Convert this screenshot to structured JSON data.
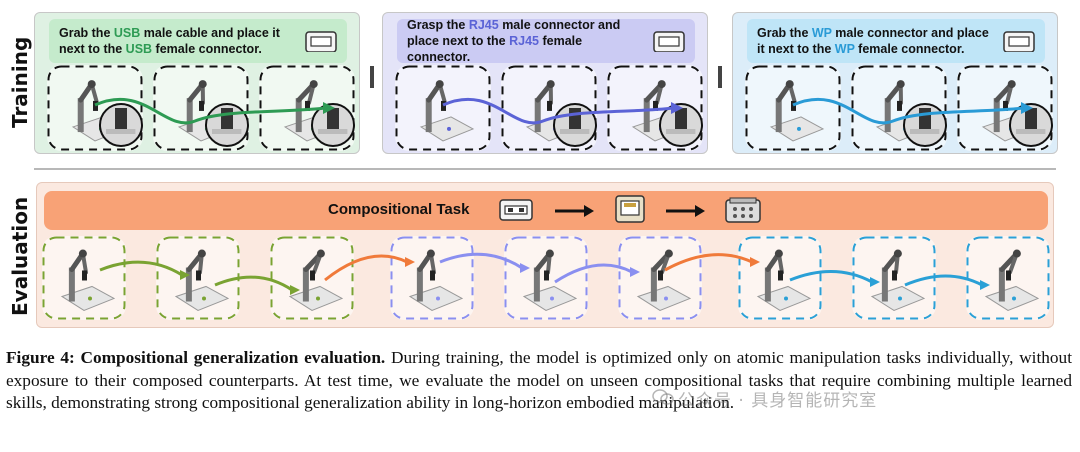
{
  "figure": {
    "section_labels": {
      "training": "Training",
      "evaluation": "Evaluation"
    },
    "training_tasks": [
      {
        "prefix": "Grab the ",
        "keyword": "USB",
        "middle": " male cable and place it next to the ",
        "keyword2": "USB",
        "suffix": " female connector.",
        "bg": "#dff1e3",
        "header_bg": "#c5ebcc",
        "accent": "#2e9b54",
        "icon": "usb-connector-icon"
      },
      {
        "prefix": "Grasp the ",
        "keyword": "RJ45",
        "middle": " male connector and place next to the ",
        "keyword2": "RJ45",
        "suffix": " female connector.",
        "bg": "#e4e4f8",
        "header_bg": "#cbcbf3",
        "accent": "#5b63d6",
        "icon": "rj45-connector-icon"
      },
      {
        "prefix": "Grab the ",
        "keyword": "WP",
        "middle": " male connector and place it next to the ",
        "keyword2": "WP",
        "suffix": " female connector.",
        "bg": "#dcedf9",
        "header_bg": "#bfe5f7",
        "accent": "#2a9bd6",
        "icon": "wp-connector-icon"
      }
    ],
    "evaluation": {
      "task_label": "Compositional Task",
      "sequence_icons": [
        "usb-connector-icon",
        "arrow-right-icon",
        "rj45-connector-icon",
        "arrow-right-icon",
        "wp-connector-icon"
      ],
      "panel_bg": "#fbe9e0",
      "bar_bg": "#f8a276",
      "frame_colors": [
        "#7aa332",
        "#8a8ff0",
        "#2aa0d6"
      ],
      "transition_arrow_color": "#f07a3a"
    },
    "caption": {
      "label": "Figure 4:",
      "title": "Compositional generalization evaluation.",
      "body": "During training, the model is optimized only on atomic manipulation tasks individually, without exposure to their composed counterparts. At test time, we evaluate the model on unseen compositional tasks that require combining multiple learned skills, demonstrating strong compositional generalization ability in long-horizon embodied manipulation."
    },
    "watermark": "公众号 · 具身智能研究室"
  }
}
